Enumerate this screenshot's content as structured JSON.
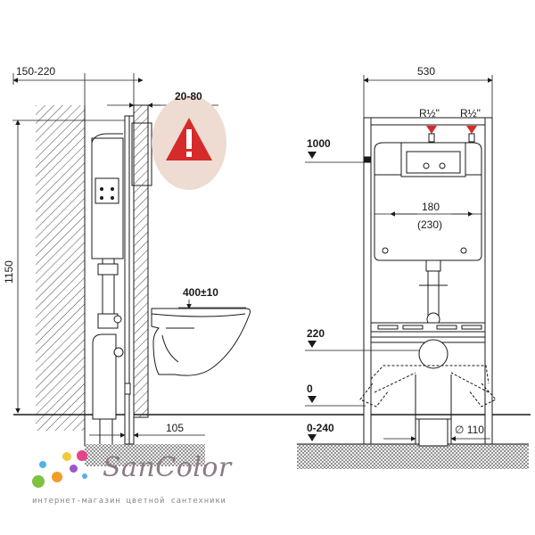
{
  "colors": {
    "line": "#1a1a1a",
    "warning_bubble": "#eedcd3",
    "warning_triangle": "#d52b2b",
    "valve_red": "#d52b2b",
    "brand_text": "#8c7a86",
    "tagline": "#8a8a8a",
    "dots": [
      "#f0c93b",
      "#e6438a",
      "#9a57c7",
      "#4fb3e8",
      "#f59b2b",
      "#7dc242"
    ]
  },
  "side_view": {
    "wall_depth": "150-220",
    "adjustment": "20-80",
    "height": "1150",
    "bowl_offset": "400±10",
    "floor_offset": "105"
  },
  "front_view": {
    "width": "530",
    "inlet_left": "R½\"",
    "inlet_right": "R½\"",
    "flush_height": "180",
    "flush_height_alt": "(230)",
    "levels": [
      "1000",
      "220",
      "0",
      "0-240"
    ],
    "drain_diameter": "∅ 110"
  },
  "icons": [
    "warning-icon",
    "valve-icon",
    "level-marker-icon"
  ],
  "brand": {
    "name": "SanColor",
    "tagline": "интернет-магазин цветной сантехники"
  }
}
